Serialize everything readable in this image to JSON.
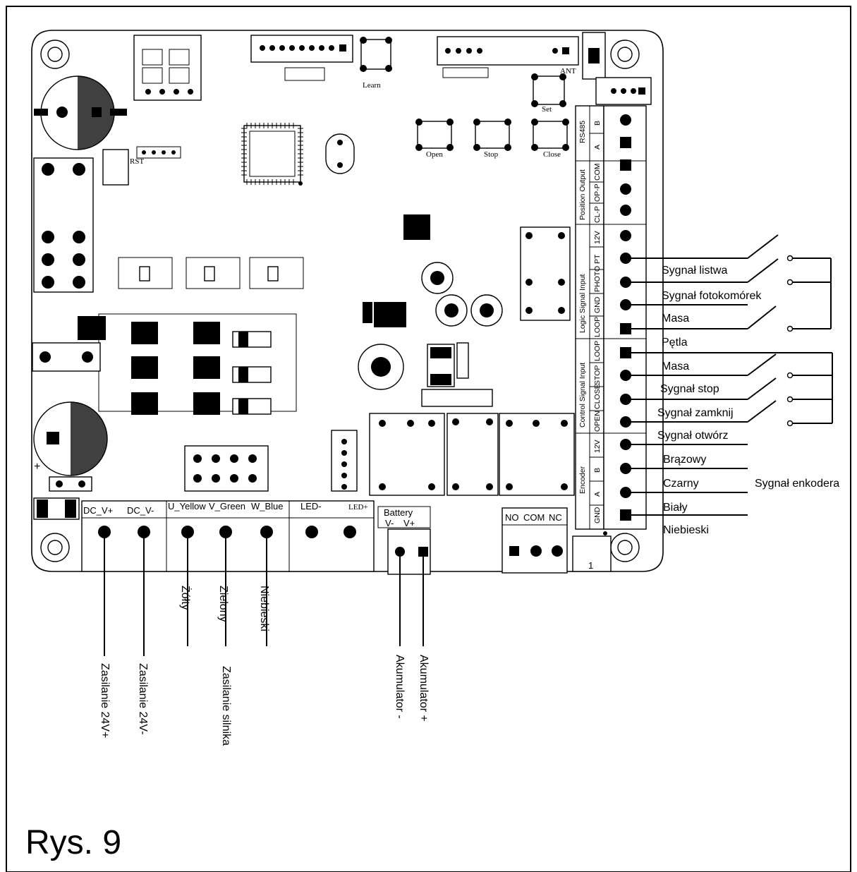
{
  "figure_label": "Rys. 9",
  "board": {
    "buttons": {
      "learn": "Learn",
      "set": "Set",
      "open": "Open",
      "stop": "Stop",
      "close": "Close",
      "rst": "RST",
      "ant": "ANT"
    },
    "power_terminals": [
      "DC_V+",
      "DC_V-",
      "U_Yellow",
      "V_Green",
      "W_Blue",
      "LED-",
      "LED+"
    ],
    "battery": {
      "title": "Battery",
      "minus": "V-",
      "plus": "V+"
    },
    "relay_terminals": [
      "NO",
      "COM",
      "NC"
    ],
    "connector_mark": "1",
    "groups": {
      "rs485": "RS485",
      "position": "Position Output",
      "logic": "Logic Signal Input",
      "control": "Control Signal Input",
      "encoder": "Encoder"
    },
    "pins": {
      "rs485": [
        "B",
        "A"
      ],
      "position": [
        "COM",
        "OP-P",
        "CL-P"
      ],
      "logic": [
        "12V",
        "PT",
        "PHOTO",
        "GND",
        "LOOP"
      ],
      "control": [
        "LOOP",
        "STOP",
        "CLOSE",
        "OPEN"
      ],
      "encoder": [
        "12V",
        "B",
        "A",
        "GND"
      ]
    }
  },
  "right_labels": {
    "strip": "Sygnał listwa",
    "photo": "Sygnał fotokomórek",
    "ground1": "Masa",
    "loop": "Pętla",
    "ground2": "Masa",
    "stop": "Sygnał stop",
    "close": "Sygnał zamknij",
    "open": "Sygnał otwórz",
    "brown": "Brązowy",
    "black": "Czarny",
    "white": "Biały",
    "blue": "Niebieski",
    "encoder_signal": "Sygnał enkodera"
  },
  "bottom_labels": {
    "supply_plus": "Zasilanie 24V+",
    "supply_minus": "Zasilanie 24V-",
    "yellow": "Żółty",
    "green": "Zielony",
    "blue": "Niebieski",
    "motor_supply": "Zasilanie silnika",
    "battery_minus": "Akumulator -",
    "battery_plus": "Akumulator +"
  }
}
